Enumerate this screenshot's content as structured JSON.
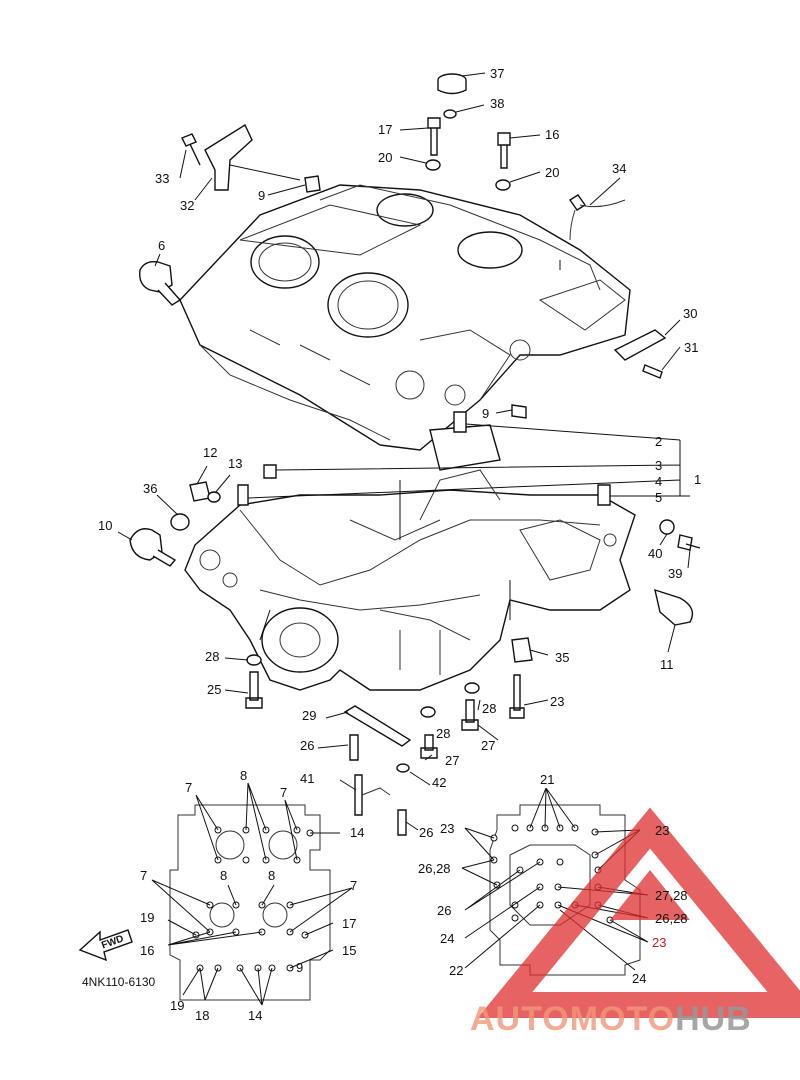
{
  "labels": {
    "l37": "37",
    "l38": "38",
    "l17a": "17",
    "l16a": "16",
    "l20a": "20",
    "l20b": "20",
    "l34": "34",
    "l33": "33",
    "l32": "32",
    "l9a": "9",
    "l6": "6",
    "l30": "30",
    "l31": "31",
    "l9b": "9",
    "l2": "2",
    "l3": "3",
    "l1": "1",
    "l4": "4",
    "l5": "5",
    "l12": "12",
    "l13": "13",
    "l36": "36",
    "l10": "10",
    "l40": "40",
    "l39": "39",
    "l11": "11",
    "l28a": "28",
    "l35": "35",
    "l25": "25",
    "l23a": "23",
    "l29": "29",
    "l28b": "28",
    "l28c": "28",
    "l26a": "26",
    "l27a": "27",
    "l27b": "27",
    "l41": "41",
    "l42": "42",
    "l26b": "26",
    "l7a": "7",
    "l8a": "8",
    "l7b": "7",
    "l14a": "14",
    "l7c": "7",
    "l8b": "8",
    "l8c": "8",
    "l7d": "7",
    "l19a": "19",
    "l17b": "17",
    "l16b": "16",
    "l15": "15",
    "l9c": "9",
    "l19b": "19",
    "l18": "18",
    "l14b": "14",
    "l21": "21",
    "l23b": "23",
    "l23c": "23",
    "l2628a": "26,28",
    "l2728": "27,28",
    "l26c": "26",
    "l2628b": "26,28",
    "l24a": "24",
    "l23d": "23",
    "l22": "22",
    "l24b": "24"
  },
  "figure_code": "4NK110-6130",
  "fwd_label": "FWD",
  "watermark": {
    "part1": "AUTOMOTO",
    "part2": "HUB",
    "color_accent": "#e03030",
    "color_gray": "#8a8a8a"
  }
}
